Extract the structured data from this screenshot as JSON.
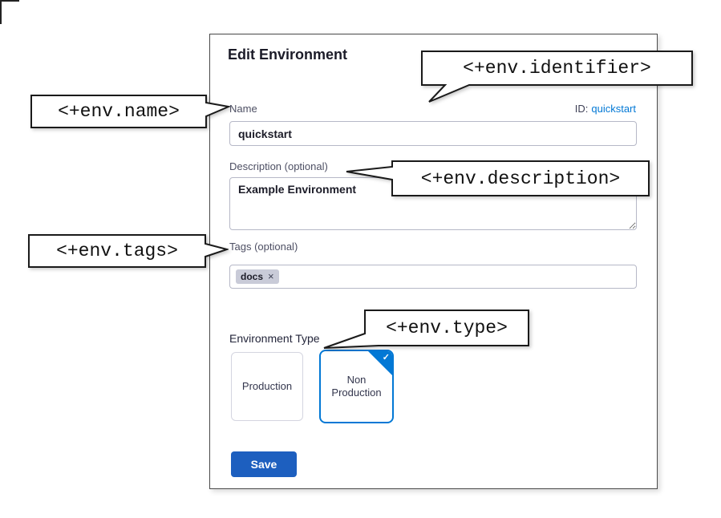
{
  "dialog": {
    "title": "Edit Environment",
    "name": {
      "label": "Name",
      "value": "quickstart"
    },
    "identifier": {
      "label": "ID:",
      "value": "quickstart"
    },
    "description": {
      "label": "Description (optional)",
      "value": "Example Environment"
    },
    "tags": {
      "label": "Tags (optional)",
      "chips": [
        {
          "label": "docs",
          "remove_icon": "×"
        }
      ]
    },
    "environment_type": {
      "label": "Environment Type",
      "check_icon": "✓",
      "options": [
        {
          "label": "Production",
          "selected": false
        },
        {
          "label": "Non Production",
          "selected": true
        }
      ]
    },
    "save_label": "Save"
  },
  "callouts": {
    "identifier": "<+env.identifier>",
    "name": "<+env.name>",
    "description": "<+env.description>",
    "tags": "<+env.tags>",
    "type": "<+env.type>"
  },
  "colors": {
    "primary_blue": "#0278d5",
    "save_button_blue": "#1d5fbf",
    "callout_border": "#1a1a1a",
    "dialog_border": "#4a4a4a"
  }
}
